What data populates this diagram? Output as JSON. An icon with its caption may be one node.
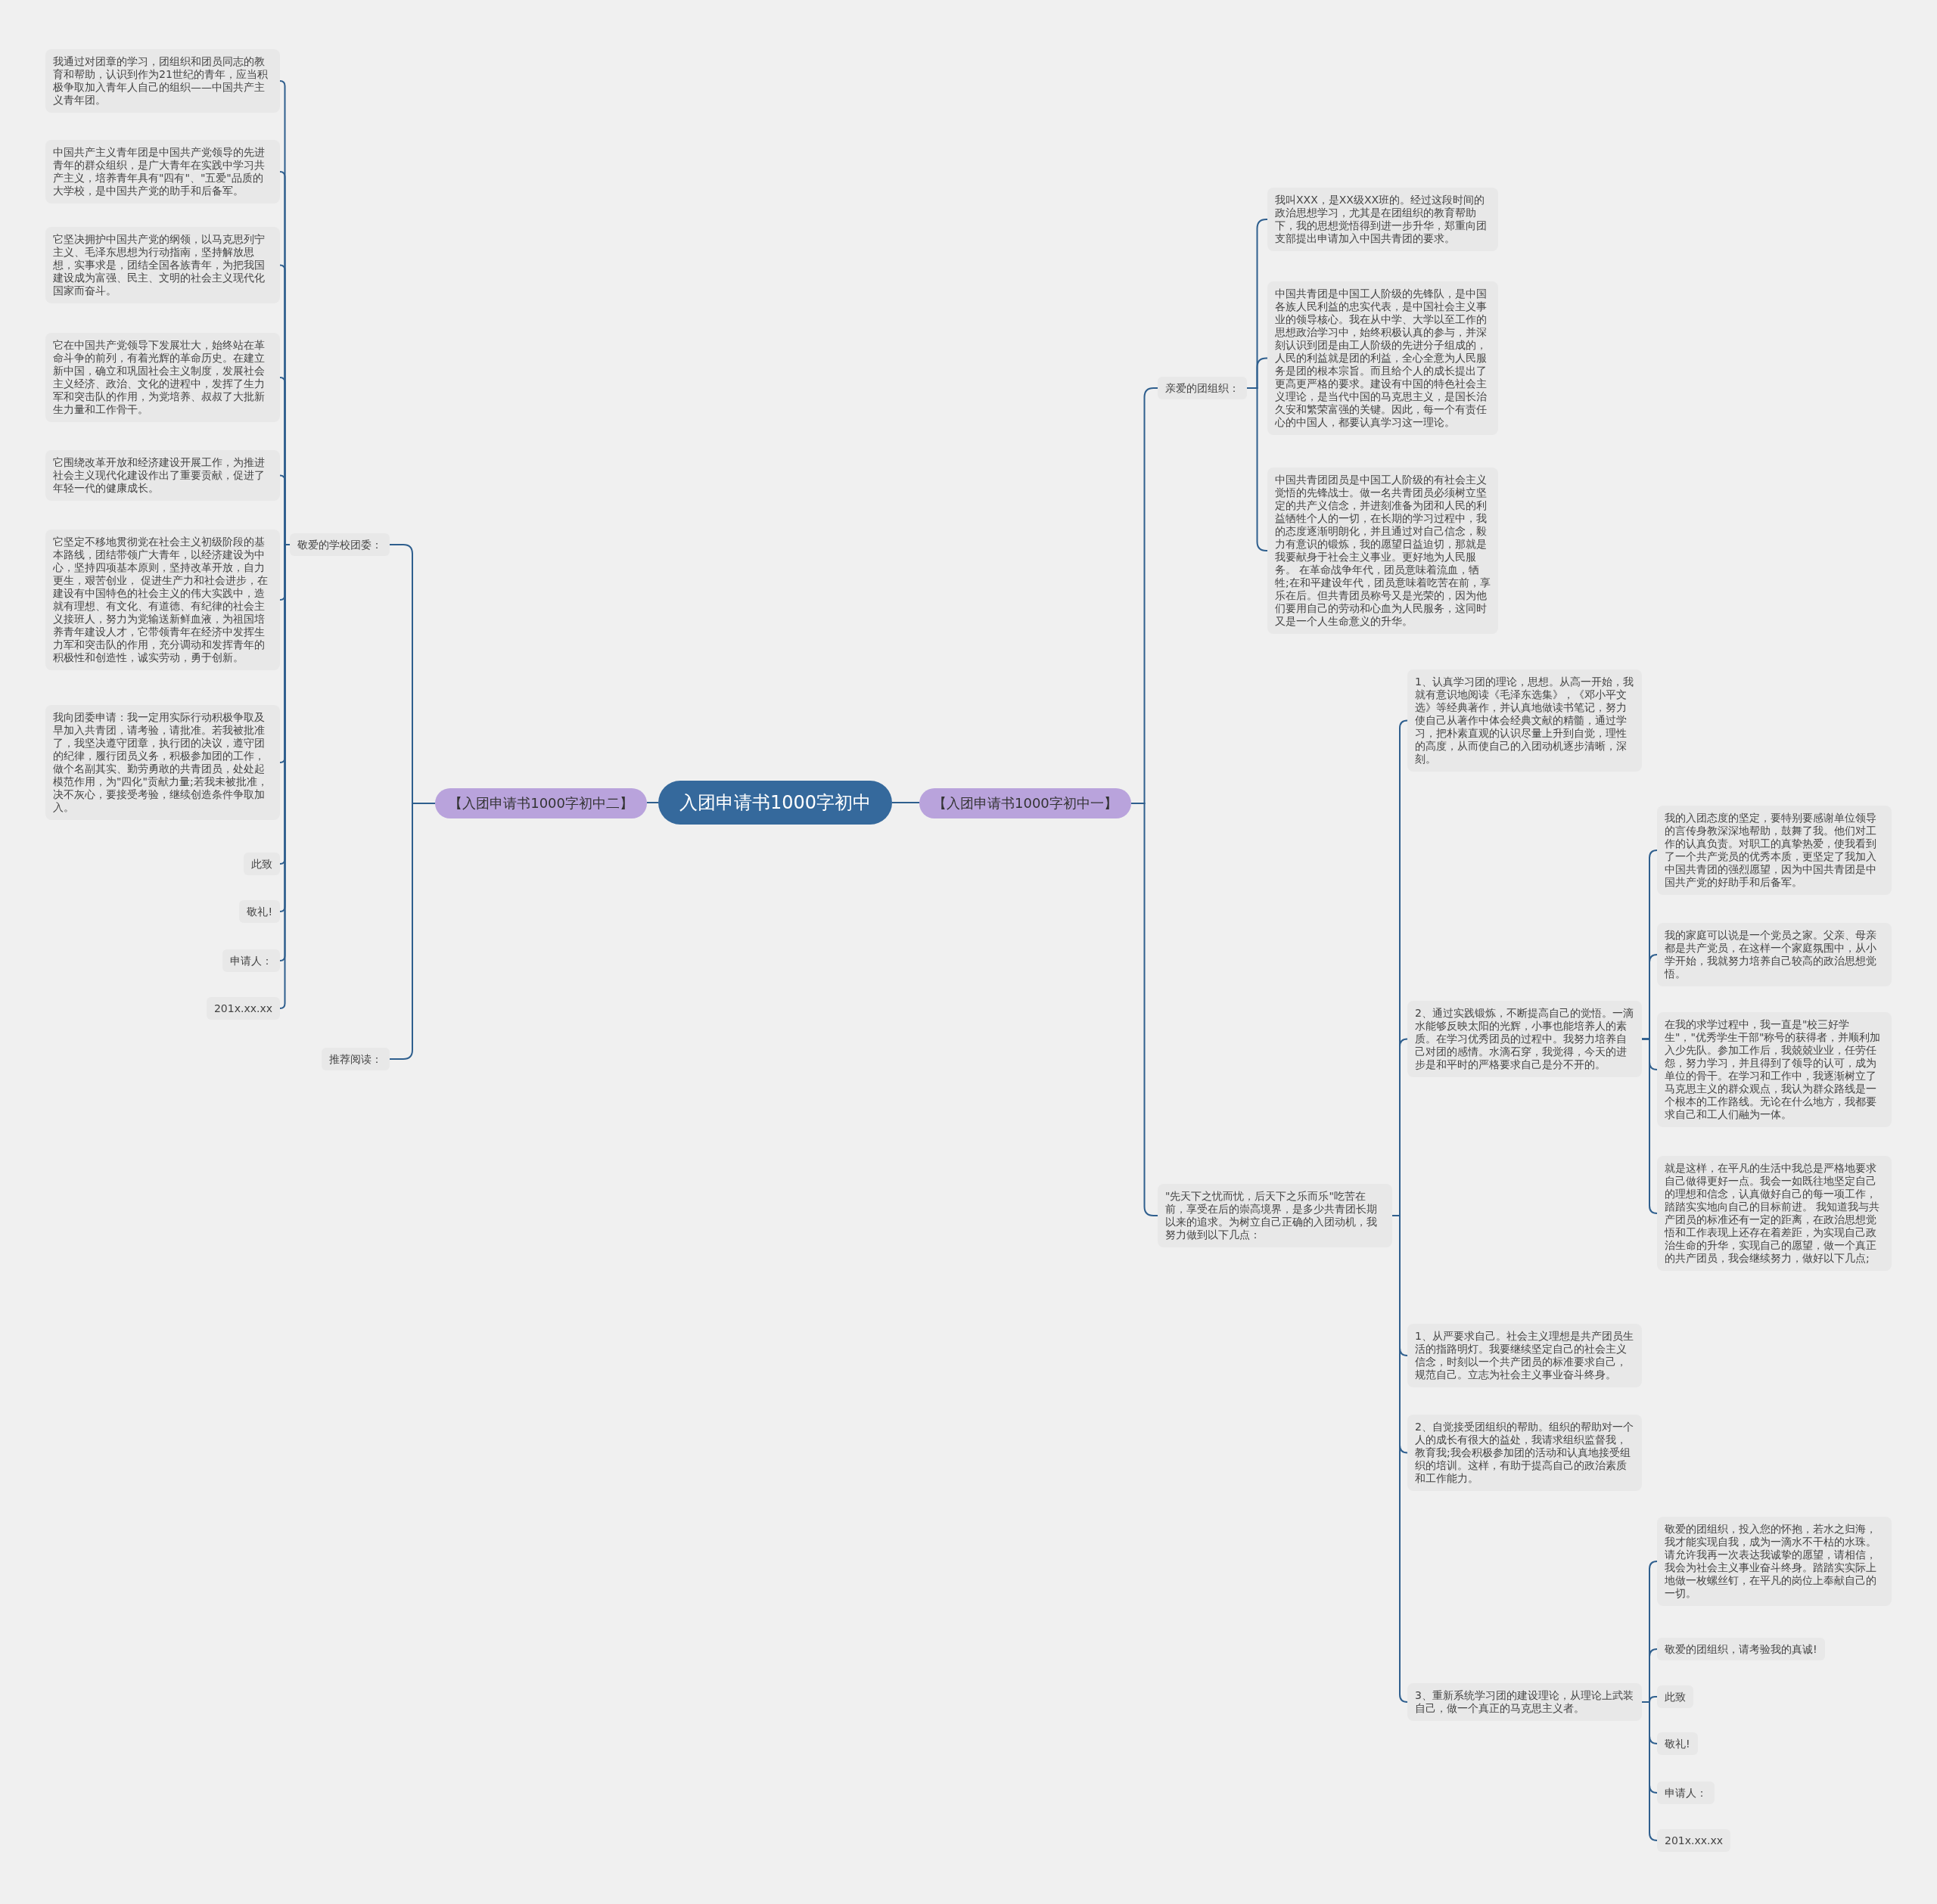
{
  "diagram": {
    "nodes": [
      {
        "text": [
          "入团申请书1000字初中"
        ]
      },
      {
        "text": [
          "【入团申请书1000字初中二】"
        ]
      },
      {
        "text": [
          "【入团申请书1000字初中一】"
        ]
      },
      {
        "text": [
          "敬爱的学校团委："
        ]
      },
      {
        "text": [
          "推荐阅读："
        ]
      },
      {
        "text": [
          "我通过对团章的学习，团组织和团员同志的教育和帮助，认识到作为21世纪的青年，应当积极争取加入青年人自己的组织——中国共产主义青年团。"
        ]
      },
      {
        "text": [
          "中国共产主义青年团是中国共产党领导的先进青年的群众组织，是广大青年在实践中学习共产主义，培养青年具有\"四有\"、\"五爱\"品质的大学校，是中国共产党的助手和后备军。"
        ]
      },
      {
        "text": [
          "它坚决拥护中国共产党的纲领，以马克思列宁主义、毛泽东思想为行动指南，坚持解放思想，实事求是，团结全国各族青年，为把我国建设成为富强、民主、文明的社会主义现代化国家而奋斗。"
        ]
      },
      {
        "text": [
          "它在中国共产党领导下发展壮大，始终站在革命斗争的前列，有着光辉的革命历史。在建立新中国，确立和巩固社会主义制度，发展社会主义经济、政治、文化的进程中，发挥了生力军和突击队的作用，为党培养、叔叔了大批新生力量和工作骨干。"
        ]
      },
      {
        "text": [
          "它围绕改革开放和经济建设开展工作，为推进社会主义现代化建设作出了重要贡献，促进了年轻一代的健康成长。"
        ]
      },
      {
        "text": [
          "它坚定不移地贯彻党在社会主义初级阶段的基本路线，团结带领广大青年，以经济建设为中心，坚持四项基本原则，坚持改革开放，自力更生，艰苦创业， 促进生产力和社会进步，在建设有中国特色的社会主义的伟大实践中，造就有理想、有文化、有道德、有纪律的社会主义接班人，努力为党输送新鲜血液，为祖国培养青年建设人才，它带领青年在经济中发挥生力军和突击队的作用，充分调动和发挥青年的积极性和创造性，诚实劳动，勇于创新。"
        ]
      },
      {
        "text": [
          "我向团委申请：我一定用实际行动积极争取及早加入共青团，请考验，请批准。若我被批准了，我坚决遵守团章，执行团的决议，遵守团的纪律，履行团员义务，积极参加团的工作，做个名副其实、勤劳勇敢的共青团员，处处起模范作用，为\"四化\"贡献力量;若我未被批准，决不灰心，要接受考验，继续创造条件争取加入。"
        ]
      },
      {
        "text": [
          "此致"
        ]
      },
      {
        "text": [
          "敬礼!"
        ]
      },
      {
        "text": [
          "申请人："
        ]
      },
      {
        "text": [
          "201x.xx.xx"
        ]
      },
      {
        "text": [
          "亲爱的团组织："
        ]
      },
      {
        "text": [
          "\"先天下之忧而忧，后天下之乐而乐\"吃苦在前，享受在后的崇高境界，是多少共青团长期以来的追求。为树立自己正确的入团动机，我努力做到以下几点："
        ]
      },
      {
        "text": [
          "我叫XXX，是XX级XX班的。经过这段时间的政治思想学习，尤其是在团组织的教育帮助下，我的思想觉悟得到进一步升华，郑重向团支部提出申请加入中国共青团的要求。"
        ]
      },
      {
        "text": [
          "中国共青团是中国工人阶级的先锋队，是中国各族人民利益的忠实代表，是中国社会主义事业的领导核心。我在从中学、大学以至工作的思想政治学习中，始终积极认真的参与，并深刻认识到团是由工人阶级的先进分子组成的，人民的利益就是团的利益，全心全意为人民服务是团的根本宗旨。而且给个人的成长提出了更高更严格的要求。建设有中国的特色社会主义理论，是当代中国的马克思主义，是国长治久安和繁荣富强的关键。因此，每一个有责任心的中国人，都要认真学习这一理论。"
        ]
      },
      {
        "text": [
          "中国共青团团员是中国工人阶级的有社会主义觉悟的先锋战士。做一名共青团员必须树立坚定的共产义信念，并进刻准备为团和人民的利益牺牲个人的一切，在长期的学习过程中，我的态度逐渐明朗化，并且通过对自己信念，毅力有意识的锻炼，我的愿望日益迫切，那就是我要献身于社会主义事业。更好地为人民服务。 在革命战争年代，团员意味着流血，牺牲;在和平建设年代，团员意味着吃苦在前，享乐在后。但共青团员称号又是光荣的，因为他们要用自己的劳动和心血为人民服务，这同时又是一个人生命意义的升华。"
        ]
      },
      {
        "text": [
          "1、认真学习团的理论，思想。从高一开始，我就有意识地阅读《毛泽东选集》，《邓小平文选》等经典著作，并认真地做读书笔记，努力使自己从著作中体会经典文献的精髓，通过学习，把朴素直观的认识尽量上升到自觉，理性的高度，从而使自己的入团动机逐步清晰，深刻。"
        ]
      },
      {
        "text": [
          "2、通过实践锻炼，不断提高自己的觉悟。一滴水能够反映太阳的光辉，小事也能培养人的素质。在学习优秀团员的过程中。我努力培养自己对团的感情。水滴石穿，我觉得，今天的进步是和平时的严格要求自己是分不开的。"
        ]
      },
      {
        "text": [
          "1、从严要求自己。社会主义理想是共产团员生活的指路明灯。我要继续坚定自己的社会主义信念，时刻以一个共产团员的标准要求自己，规范自己。立志为社会主义事业奋斗终身。"
        ]
      },
      {
        "text": [
          "2、自觉接受团组织的帮助。组织的帮助对一个人的成长有很大的益处，我请求组织监督我，教育我;我会积极参加团的活动和认真地接受组织的培训。这样，有助于提高自己的政治素质和工作能力。"
        ]
      },
      {
        "text": [
          "3、重新系统学习团的建设理论，从理论上武装自己，做一个真正的马克思主义者。"
        ]
      },
      {
        "text": [
          "我的入团态度的坚定，要特别要感谢单位领导的言传身教深深地帮助，鼓舞了我。他们对工作的认真负责。对职工的真挚热爱，使我看到了一个共产党员的优秀本质，更坚定了我加入中国共青团的强烈愿望，因为中国共青团是中国共产党的好助手和后备军。"
        ]
      },
      {
        "text": [
          "我的家庭可以说是一个党员之家。父亲、母亲都是共产党员，在这样一个家庭氛围中，从小学开始，我就努力培养自己较高的政治思想觉悟。"
        ]
      },
      {
        "text": [
          "在我的求学过程中，我一直是\"校三好学生\"，\"优秀学生干部\"称号的获得者，并顺利加入少先队。参加工作后，我兢兢业业，任劳任怨，努力学习，并且得到了领导的认可，成为单位的骨干。在学习和工作中，我逐渐树立了马克思主义的群众观点，我认为群众路线是一个根本的工作路线。无论在什么地方，我都要求自己和工人们融为一体。"
        ]
      },
      {
        "text": [
          "就是这样，在平凡的生活中我总是严格地要求自己做得更好一点。我会一如既往地坚定自己的理想和信念，认真做好自己的每一项工作，踏踏实实地向自己的目标前进。 我知道我与共产团员的标准还有一定的距离，在政治思想觉悟和工作表现上还存在着差距，为实现自己政治生命的升华，实现自己的愿望，做一个真正的共产团员，我会继续努力，做好以下几点;"
        ]
      },
      {
        "text": [
          "敬爱的团组织，投入您的怀抱，若水之归海，我才能实现自我，成为一滴水不干枯的水珠。请允许我再一次表达我诚挚的愿望，请相信，我会为社会主义事业奋斗终身。踏踏实实际上地做一枚螺丝钉，在平凡的岗位上奉献自己的一切。"
        ]
      },
      {
        "text": [
          "敬爱的团组织，请考验我的真诚!"
        ]
      },
      {
        "text": [
          "此致"
        ]
      },
      {
        "text": [
          "敬礼!"
        ]
      },
      {
        "text": [
          "申请人："
        ]
      },
      {
        "text": [
          "201x.xx.xx"
        ]
      }
    ],
    "edges": [
      {
        "from": 0,
        "to": 1,
        "arrow": "none"
      },
      {
        "from": 0,
        "to": 2,
        "arrow": "none"
      },
      {
        "from": 1,
        "to": 3,
        "arrow": "none"
      },
      {
        "from": 1,
        "to": 4,
        "arrow": "none"
      },
      {
        "from": 3,
        "to": 5,
        "arrow": "none"
      },
      {
        "from": 3,
        "to": 6,
        "arrow": "none"
      },
      {
        "from": 3,
        "to": 7,
        "arrow": "none"
      },
      {
        "from": 3,
        "to": 8,
        "arrow": "none"
      },
      {
        "from": 3,
        "to": 9,
        "arrow": "none"
      },
      {
        "from": 3,
        "to": 10,
        "arrow": "none"
      },
      {
        "from": 3,
        "to": 11,
        "arrow": "none"
      },
      {
        "from": 3,
        "to": 12,
        "arrow": "none"
      },
      {
        "from": 3,
        "to": 13,
        "arrow": "none"
      },
      {
        "from": 3,
        "to": 14,
        "arrow": "none"
      },
      {
        "from": 3,
        "to": 15,
        "arrow": "none"
      },
      {
        "from": 2,
        "to": 16,
        "arrow": "none"
      },
      {
        "from": 2,
        "to": 17,
        "arrow": "none"
      },
      {
        "from": 16,
        "to": 18,
        "arrow": "none"
      },
      {
        "from": 16,
        "to": 19,
        "arrow": "none"
      },
      {
        "from": 16,
        "to": 20,
        "arrow": "none"
      },
      {
        "from": 17,
        "to": 21,
        "arrow": "none"
      },
      {
        "from": 17,
        "to": 22,
        "arrow": "none"
      },
      {
        "from": 17,
        "to": 23,
        "arrow": "none"
      },
      {
        "from": 17,
        "to": 24,
        "arrow": "none"
      },
      {
        "from": 17,
        "to": 25,
        "arrow": "none"
      },
      {
        "from": 22,
        "to": 26,
        "arrow": "none"
      },
      {
        "from": 22,
        "to": 27,
        "arrow": "none"
      },
      {
        "from": 22,
        "to": 28,
        "arrow": "none"
      },
      {
        "from": 22,
        "to": 29,
        "arrow": "none"
      },
      {
        "from": 25,
        "to": 30,
        "arrow": "none"
      },
      {
        "from": 25,
        "to": 31,
        "arrow": "none"
      },
      {
        "from": 25,
        "to": 32,
        "arrow": "none"
      },
      {
        "from": 25,
        "to": 33,
        "arrow": "none"
      },
      {
        "from": 25,
        "to": 34,
        "arrow": "none"
      },
      {
        "from": 25,
        "to": 35,
        "arrow": "none"
      }
    ]
  }
}
